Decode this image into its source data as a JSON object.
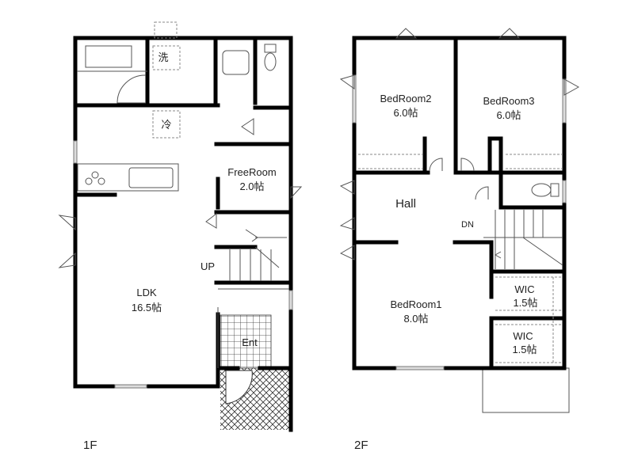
{
  "floor1": {
    "title": "1F",
    "rooms": {
      "washroom": "洗",
      "fridge": "冷",
      "freeroom_name": "FreeRoom",
      "freeroom_size": "2.0帖",
      "stairs_up": "UP",
      "ldk_name": "LDK",
      "ldk_size": "16.5帖",
      "entrance": "Ent"
    }
  },
  "floor2": {
    "title": "2F",
    "rooms": {
      "bedroom2_name": "BedRoom2",
      "bedroom2_size": "6.0帖",
      "bedroom3_name": "BedRoom3",
      "bedroom3_size": "6.0帖",
      "hall": "Hall",
      "stairs_down": "DN",
      "bedroom1_name": "BedRoom1",
      "bedroom1_size": "8.0帖",
      "wic1_name": "WIC",
      "wic1_size": "1.5帖",
      "wic2_name": "WIC",
      "wic2_size": "1.5帖"
    }
  }
}
